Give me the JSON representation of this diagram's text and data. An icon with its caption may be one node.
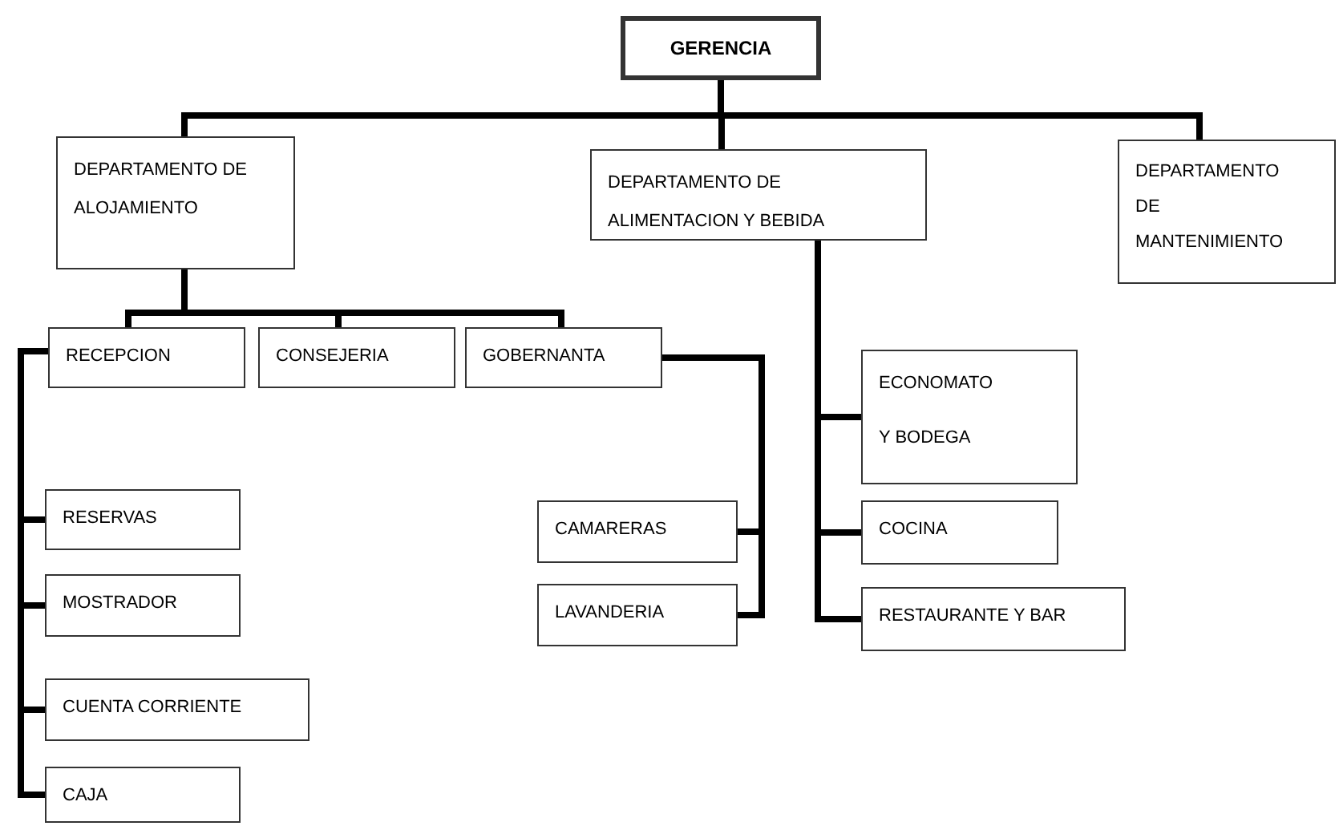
{
  "diagram": {
    "nodes": [
      {
        "text": [
          "GERENCIA"
        ]
      },
      {
        "text": [
          "DEPARTAMENTO DE ALOJAMIENTO"
        ]
      },
      {
        "text": [
          "DEPARTAMENTO DE ALIMENTACION Y BEBIDA"
        ]
      },
      {
        "text": [
          "DEPARTAMENTO DE MANTENIMIENTO"
        ]
      },
      {
        "text": [
          "RECEPCION"
        ]
      },
      {
        "text": [
          "CONSEJERIA"
        ]
      },
      {
        "text": [
          "GOBERNANTA"
        ]
      },
      {
        "text": [
          "RESERVAS"
        ]
      },
      {
        "text": [
          "MOSTRADOR"
        ]
      },
      {
        "text": [
          "CUENTA CORRIENTE"
        ]
      },
      {
        "text": [
          "CAJA"
        ]
      },
      {
        "text": [
          "ECONOMATO",
          "Y BODEGA"
        ]
      },
      {
        "text": [
          "COCINA"
        ]
      },
      {
        "text": [
          "RESTAURANTE Y BAR"
        ]
      },
      {
        "text": [
          "CAMARERAS"
        ]
      },
      {
        "text": [
          "LAVANDERIA"
        ]
      }
    ],
    "edges": [
      {
        "from": 0,
        "to": 1,
        "arrow": "none"
      },
      {
        "from": 0,
        "to": 2,
        "arrow": "none"
      },
      {
        "from": 0,
        "to": 3,
        "arrow": "none"
      },
      {
        "from": 1,
        "to": 4,
        "arrow": "none"
      },
      {
        "from": 1,
        "to": 5,
        "arrow": "none"
      },
      {
        "from": 1,
        "to": 6,
        "arrow": "none"
      },
      {
        "from": 4,
        "to": 7,
        "arrow": "none"
      },
      {
        "from": 4,
        "to": 8,
        "arrow": "none"
      },
      {
        "from": 4,
        "to": 9,
        "arrow": "none"
      },
      {
        "from": 4,
        "to": 10,
        "arrow": "none"
      },
      {
        "from": 2,
        "to": 11,
        "arrow": "none"
      },
      {
        "from": 2,
        "to": 12,
        "arrow": "none"
      },
      {
        "from": 2,
        "to": 13,
        "arrow": "none"
      },
      {
        "from": 6,
        "to": 14,
        "arrow": "none"
      },
      {
        "from": 6,
        "to": 15,
        "arrow": "none"
      }
    ]
  }
}
